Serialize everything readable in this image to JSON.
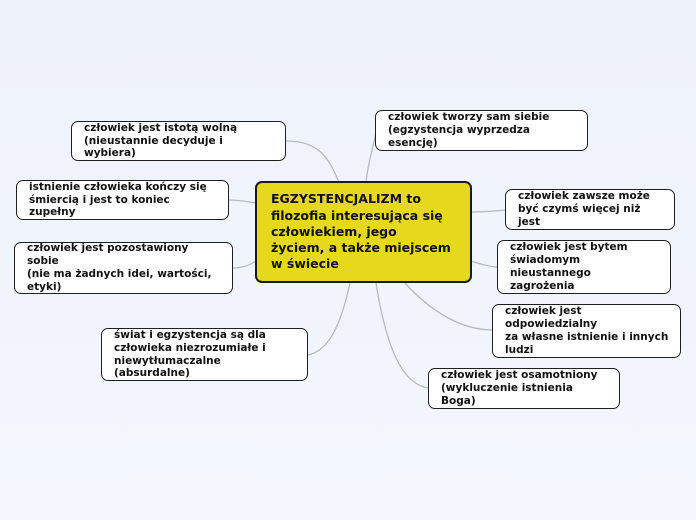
{
  "central": {
    "text": "EGZYSTENCJALIZM to\nfilozofia interesująca się\nczłowiekiem, jego\nżyciem, a także miejscem\nw świecie",
    "color": "#e6d81c"
  },
  "topics": [
    {
      "id": "t1",
      "side": "left",
      "text": "człowiek jest istotą wolną\n(nieustannie decyduje i wybiera)"
    },
    {
      "id": "t2",
      "side": "left",
      "text": "istnienie człowieka kończy się\nśmiercią i jest to koniec zupełny"
    },
    {
      "id": "t3",
      "side": "left",
      "text": "człowiek jest pozostawiony sobie\n(nie ma żadnych idei, wartości,\netyki)"
    },
    {
      "id": "t4",
      "side": "left",
      "text": "świat i egzystencja są dla\nczłowieka niezrozumiałe i\nniewytłumaczalne (absurdalne)"
    },
    {
      "id": "t5",
      "side": "right",
      "text": "człowiek tworzy sam siebie\n(egzystencja wyprzedza esencję)"
    },
    {
      "id": "t6",
      "side": "right",
      "text": "człowiek zawsze może\nbyć czymś więcej niż jest"
    },
    {
      "id": "t7",
      "side": "right",
      "text": "człowiek jest bytem\nświadomym nieustannego\nzagrożenia"
    },
    {
      "id": "t8",
      "side": "right",
      "text": "człowiek jest odpowiedzialny\nza własne istnienie i innych\nludzi"
    },
    {
      "id": "t9",
      "side": "right",
      "text": "człowiek jest osamotniony\n(wykluczenie istnienia Boga)"
    }
  ],
  "colors": {
    "connector": "#b4b9c4",
    "border": "#1f1f1f"
  }
}
